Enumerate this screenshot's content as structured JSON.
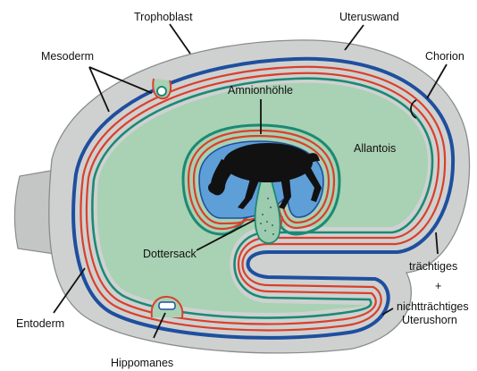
{
  "labels": {
    "trophoblast": "Trophoblast",
    "uteruswand": "Uteruswand",
    "mesoderm": "Mesoderm",
    "chorion": "Chorion",
    "amnionhoehle": "Amnionhöhle",
    "allantois": "Allantois",
    "dottersack": "Dottersack",
    "traechtiges": "trächtiges",
    "plus": "+",
    "nichttraechtiges": "nichtträchtiges",
    "uterushorn": "Uterushorn",
    "entoderm": "Entoderm",
    "hippomanes": "Hippomanes"
  },
  "colors": {
    "uterus_wall": "#cfd1d1",
    "uterus_stroke": "#8a8c8c",
    "allantois_fluid": "#a9d1b3",
    "amnion_fluid": "#5f9fd8",
    "membrane_red": "#d9402b",
    "membrane_blue": "#1f4f9e",
    "membrane_green": "#1b8a73",
    "foal": "#111111",
    "yolk_sac": "#9ccbb0"
  }
}
